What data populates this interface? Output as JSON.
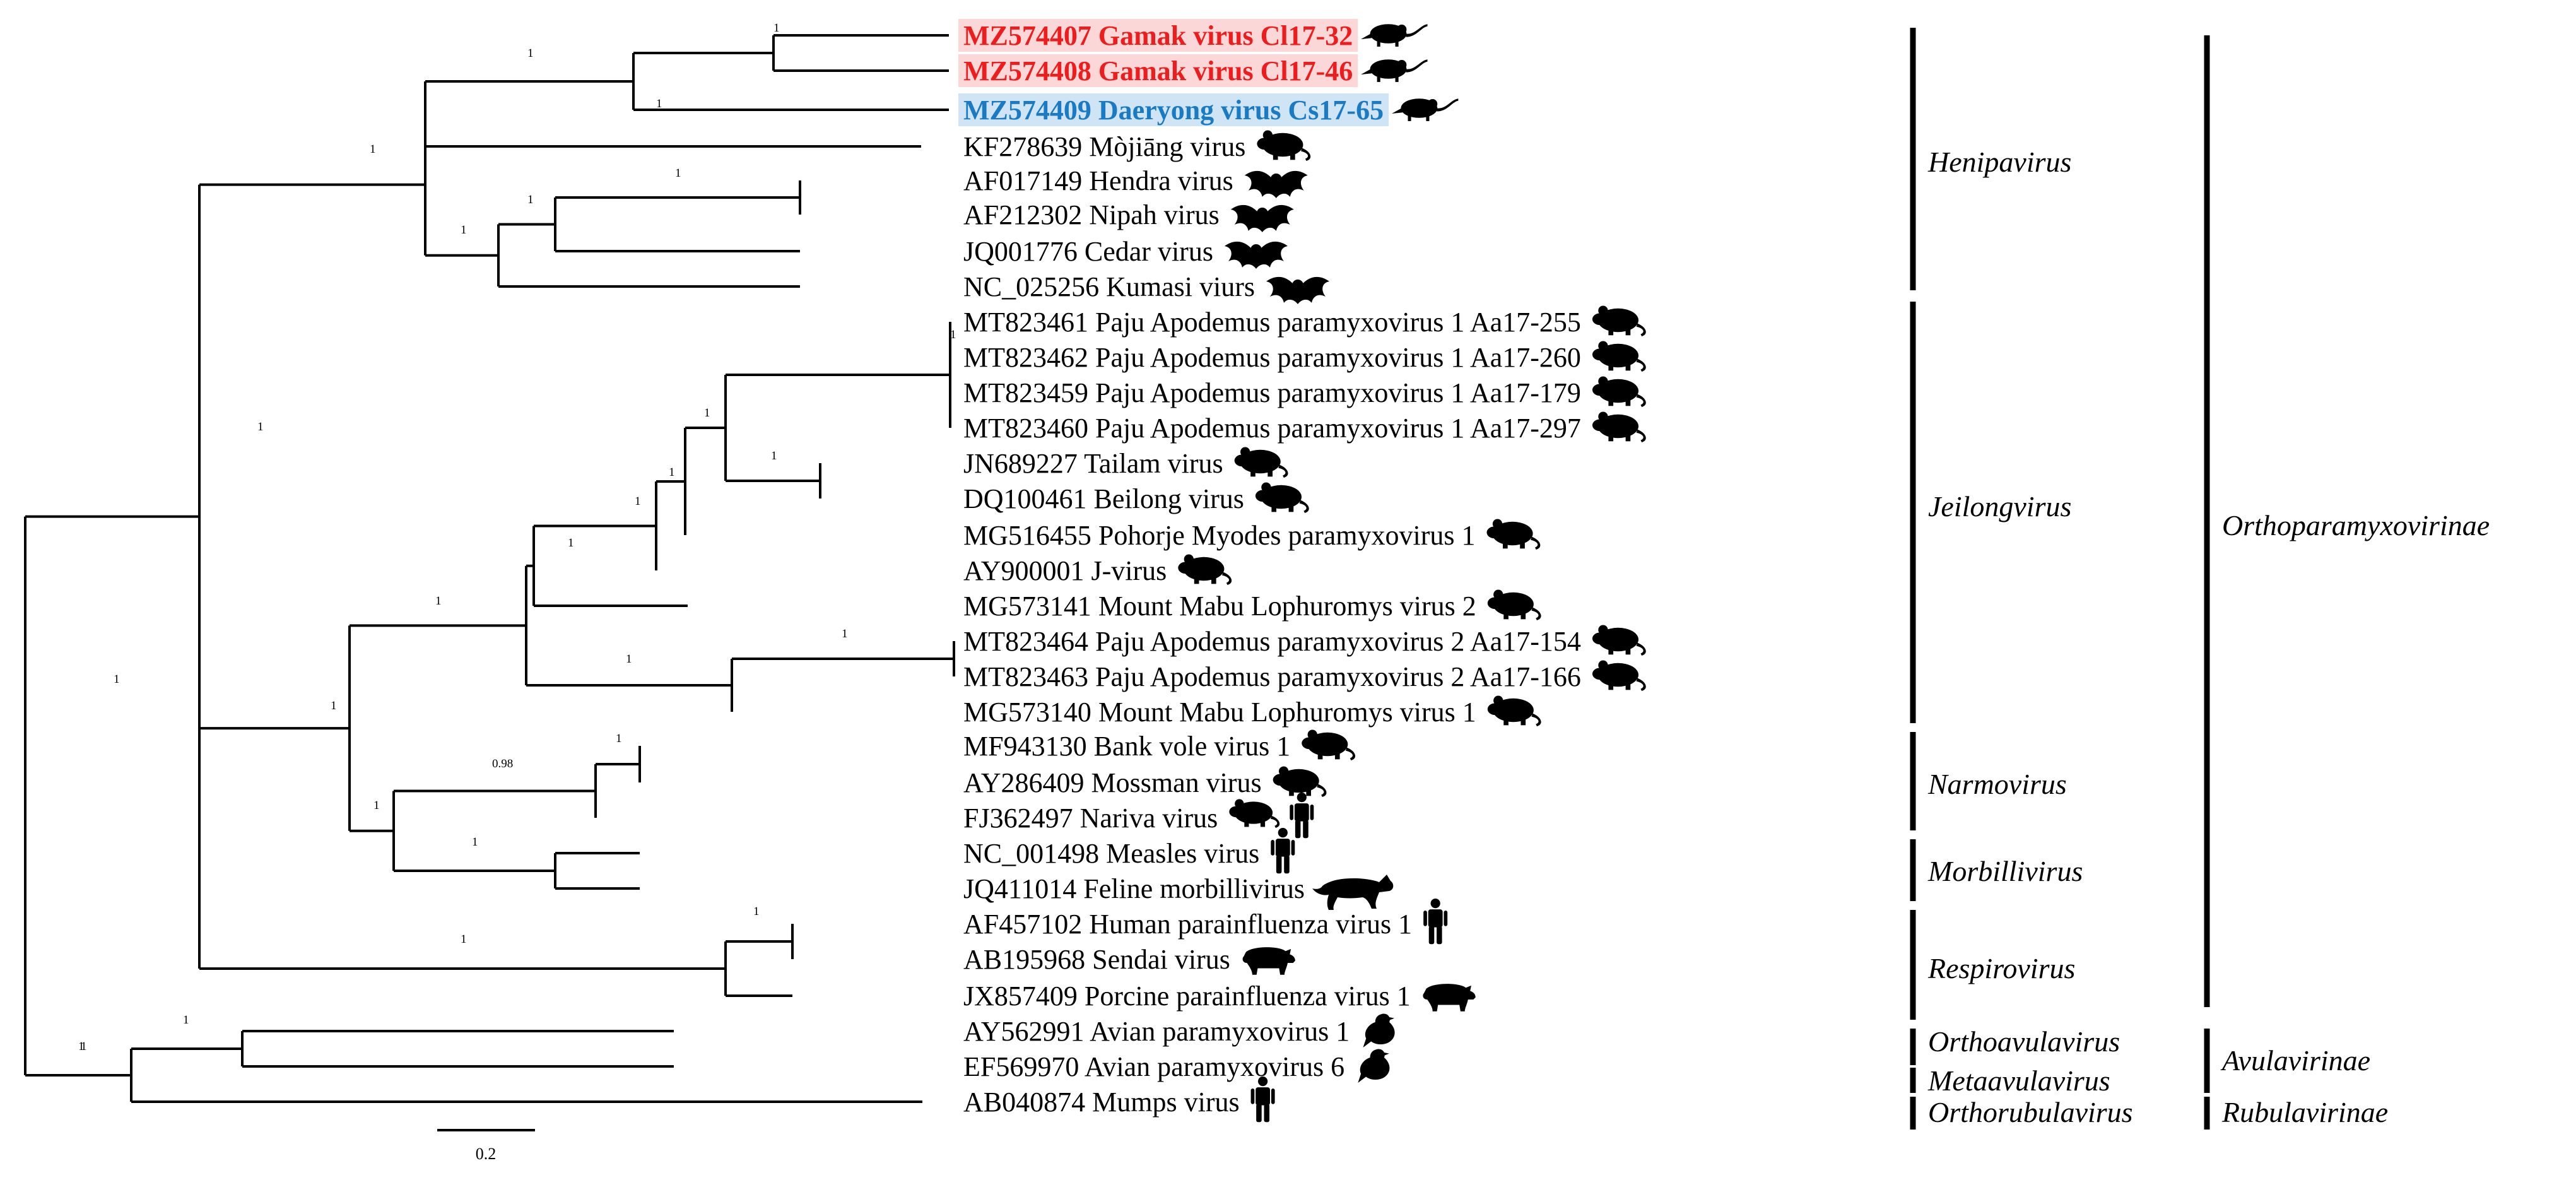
{
  "tips": [
    {
      "label": "MZ574407 Gamak virus Cl17-32",
      "highlight": "red",
      "host": "shrew-icon"
    },
    {
      "label": "MZ574408 Gamak virus Cl17-46",
      "highlight": "red",
      "host": "shrew-icon"
    },
    {
      "label": "MZ574409 Daeryong virus Cs17-65",
      "highlight": "blue",
      "host": "shrew-icon"
    },
    {
      "label": "KF278639 Mòjiāng virus",
      "highlight": "none",
      "host": "rodent-icon"
    },
    {
      "label": "AF017149 Hendra virus",
      "highlight": "none",
      "host": "bat-icon"
    },
    {
      "label": "AF212302 Nipah virus",
      "highlight": "none",
      "host": "bat-icon"
    },
    {
      "label": "JQ001776 Cedar virus",
      "highlight": "none",
      "host": "bat-icon"
    },
    {
      "label": "NC_025256 Kumasi viurs",
      "highlight": "none",
      "host": "bat-icon"
    },
    {
      "label": "MT823461 Paju Apodemus paramyxovirus 1 Aa17-255",
      "highlight": "none",
      "host": "rodent-icon"
    },
    {
      "label": "MT823462 Paju Apodemus paramyxovirus 1 Aa17-260",
      "highlight": "none",
      "host": "rodent-icon"
    },
    {
      "label": "MT823459 Paju Apodemus paramyxovirus 1 Aa17-179",
      "highlight": "none",
      "host": "rodent-icon"
    },
    {
      "label": "MT823460 Paju Apodemus paramyxovirus 1 Aa17-297",
      "highlight": "none",
      "host": "rodent-icon"
    },
    {
      "label": "JN689227 Tailam virus",
      "highlight": "none",
      "host": "rodent-icon"
    },
    {
      "label": "DQ100461 Beilong virus",
      "highlight": "none",
      "host": "rodent-icon"
    },
    {
      "label": "MG516455 Pohorje Myodes paramyxovirus 1",
      "highlight": "none",
      "host": "rodent-icon"
    },
    {
      "label": "AY900001 J-virus",
      "highlight": "none",
      "host": "rodent-icon"
    },
    {
      "label": "MG573141 Mount Mabu Lophuromys virus 2",
      "highlight": "none",
      "host": "rodent-icon"
    },
    {
      "label": "MT823464 Paju Apodemus paramyxovirus 2 Aa17-154",
      "highlight": "none",
      "host": "rodent-icon"
    },
    {
      "label": "MT823463 Paju Apodemus paramyxovirus 2 Aa17-166",
      "highlight": "none",
      "host": "rodent-icon"
    },
    {
      "label": "MG573140 Mount Mabu Lophuromys virus 1",
      "highlight": "none",
      "host": "rodent-icon"
    },
    {
      "label": "MF943130 Bank vole virus 1",
      "highlight": "none",
      "host": "rodent-icon"
    },
    {
      "label": "AY286409 Mossman virus",
      "highlight": "none",
      "host": "rodent-icon"
    },
    {
      "label": "FJ362497 Nariva virus",
      "highlight": "none",
      "host": "rodent-human-icon"
    },
    {
      "label": "NC_001498 Measles virus",
      "highlight": "none",
      "host": "human-icon"
    },
    {
      "label": "JQ411014 Feline morbillivirus",
      "highlight": "none",
      "host": "cat-icon"
    },
    {
      "label": "AF457102 Human parainfluenza virus 1",
      "highlight": "none",
      "host": "human-icon"
    },
    {
      "label": "AB195968 Sendai virus",
      "highlight": "none",
      "host": "pig-icon"
    },
    {
      "label": "JX857409 Porcine parainfluenza virus 1",
      "highlight": "none",
      "host": "pig-icon"
    },
    {
      "label": "AY562991 Avian paramyxovirus 1",
      "highlight": "none",
      "host": "bird-icon"
    },
    {
      "label": "EF569970 Avian paramyxovirus 6",
      "highlight": "none",
      "host": "bird-icon"
    },
    {
      "label": "AB040874 Mumps virus",
      "highlight": "none",
      "host": "human-icon"
    }
  ],
  "support": [
    "1",
    "1",
    "1",
    "1",
    "1",
    "1",
    "1",
    "1",
    "1",
    "1",
    "1",
    "1",
    "1",
    "1",
    "1",
    "1",
    "1",
    "0.98",
    "1",
    "1",
    "1",
    "1",
    "1",
    "1",
    "1",
    "1",
    "1",
    "1"
  ],
  "genera": [
    "Henipavirus",
    "Jeilongvirus",
    "Narmovirus",
    "Morbillivirus",
    "Respirovirus",
    "Orthoavulavirus",
    "Metaavulavirus",
    "Orthorubulavirus"
  ],
  "subfamilies": [
    "Orthoparamyxovirinae",
    "Avulavirinae",
    "Rubulavirinae"
  ],
  "scale_bar": {
    "label": "0.2",
    "value": 0.2
  },
  "colors": {
    "highlight_red": "#ee1c1c",
    "highlight_red_bg": "#fbd7d7",
    "highlight_blue": "#1a7bc4",
    "highlight_blue_bg": "#cfe5f5"
  }
}
